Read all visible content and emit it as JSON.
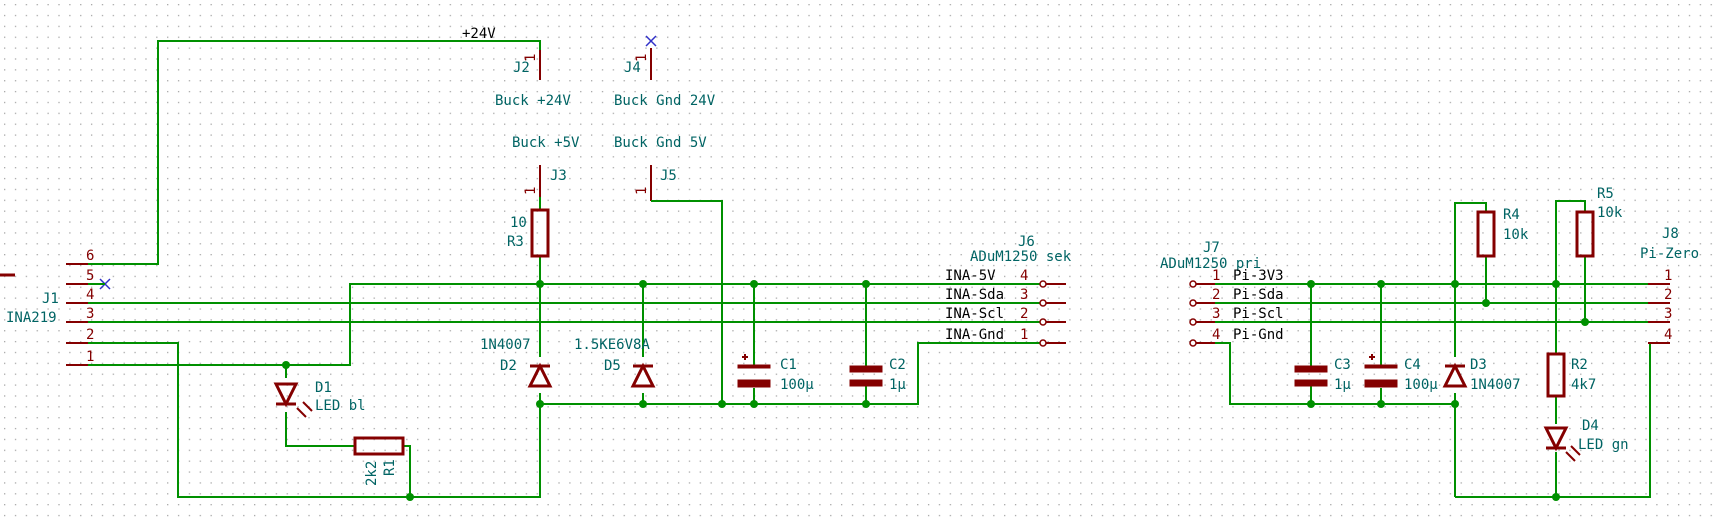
{
  "nets": {
    "p24v": "+24V",
    "ina5v": "INA-5V",
    "inasda": "INA-Sda",
    "inascl": "INA-Scl",
    "inagnd": "INA-Gnd",
    "pi3v3": "Pi-3V3",
    "pisda": "Pi-Sda",
    "piscl": "Pi-Scl",
    "pignd": "Pi-Gnd"
  },
  "components": {
    "j1": {
      "ref": "J1",
      "value": "INA219",
      "pins": [
        "6",
        "5",
        "4",
        "3",
        "2",
        "1"
      ]
    },
    "j2": {
      "ref": "J2",
      "value": "Buck +24V",
      "pin": "1"
    },
    "j3": {
      "ref": "J3",
      "value": "Buck +5V",
      "pin": "1"
    },
    "j4": {
      "ref": "J4",
      "value": "Buck Gnd 24V",
      "pin": "1"
    },
    "j5": {
      "ref": "J5",
      "value": "Buck Gnd 5V",
      "pin": "1"
    },
    "j6": {
      "ref": "J6",
      "value": "ADuM1250 sek",
      "pins": [
        "4",
        "3",
        "2",
        "1"
      ]
    },
    "j7": {
      "ref": "J7",
      "value": "ADuM1250 pri",
      "pins": [
        "1",
        "2",
        "3",
        "4"
      ]
    },
    "j8": {
      "ref": "J8",
      "value": "Pi-Zero",
      "pins": [
        "1",
        "2",
        "3",
        "4"
      ]
    },
    "r1": {
      "ref": "R1",
      "value": "2k2"
    },
    "r2": {
      "ref": "R2",
      "value": "4k7"
    },
    "r3": {
      "ref": "R3",
      "value": "10"
    },
    "r4": {
      "ref": "R4",
      "value": "10k"
    },
    "r5": {
      "ref": "R5",
      "value": "10k"
    },
    "d1": {
      "ref": "D1",
      "value": "LED bl"
    },
    "d2": {
      "ref": "D2",
      "value": "1N4007"
    },
    "d3": {
      "ref": "D3",
      "value": "1N4007"
    },
    "d4": {
      "ref": "D4",
      "value": "LED gn"
    },
    "d5": {
      "ref": "D5",
      "value": "1.5KE6V8A"
    },
    "c1": {
      "ref": "C1",
      "value": "100µ"
    },
    "c2": {
      "ref": "C2",
      "value": "1µ"
    },
    "c3": {
      "ref": "C3",
      "value": "1µ"
    },
    "c4": {
      "ref": "C4",
      "value": "100µ"
    }
  }
}
